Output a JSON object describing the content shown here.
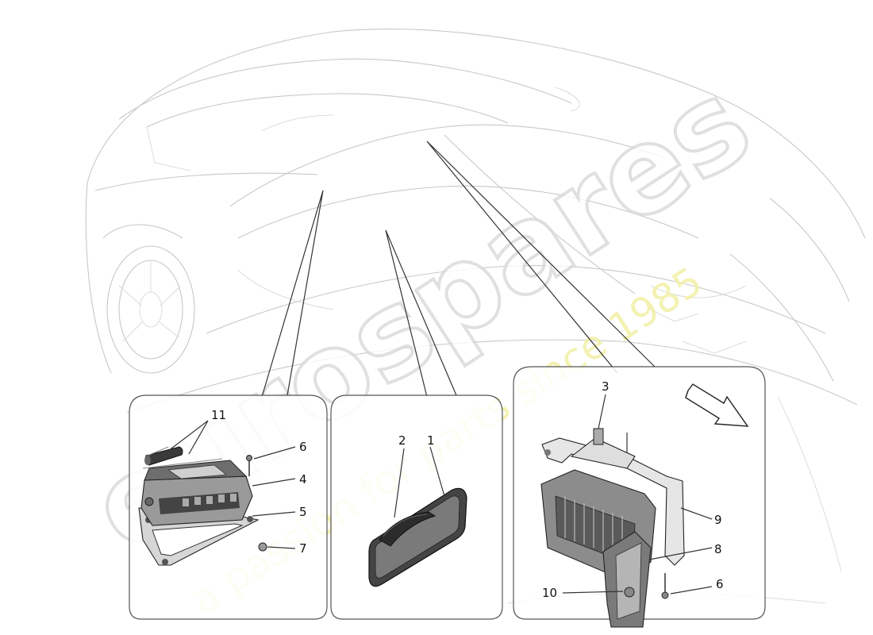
{
  "watermark": {
    "brand": "eurospares",
    "tagline": "a passion for parts since 1985"
  },
  "callouts": {
    "left_panel": [
      {
        "num": "11",
        "id": "module-cover"
      },
      {
        "num": "6",
        "id": "screw"
      },
      {
        "num": "4",
        "id": "control-unit"
      },
      {
        "num": "5",
        "id": "bracket"
      },
      {
        "num": "7",
        "id": "nut"
      }
    ],
    "middle_panel": [
      {
        "num": "2",
        "id": "display-connector"
      },
      {
        "num": "1",
        "id": "display-screen"
      }
    ],
    "right_panel": [
      {
        "num": "3",
        "id": "fastener"
      },
      {
        "num": "9",
        "id": "support-frame"
      },
      {
        "num": "8",
        "id": "amplifier-unit"
      },
      {
        "num": "10",
        "id": "connector"
      },
      {
        "num": "6",
        "id": "screw"
      }
    ]
  },
  "colors": {
    "outline": "#c8c8c8",
    "panel_border": "#555555",
    "part_dark": "#2e2e2e",
    "part_mid": "#8a8a8a",
    "watermark_yellow": "#f2f0a6"
  }
}
